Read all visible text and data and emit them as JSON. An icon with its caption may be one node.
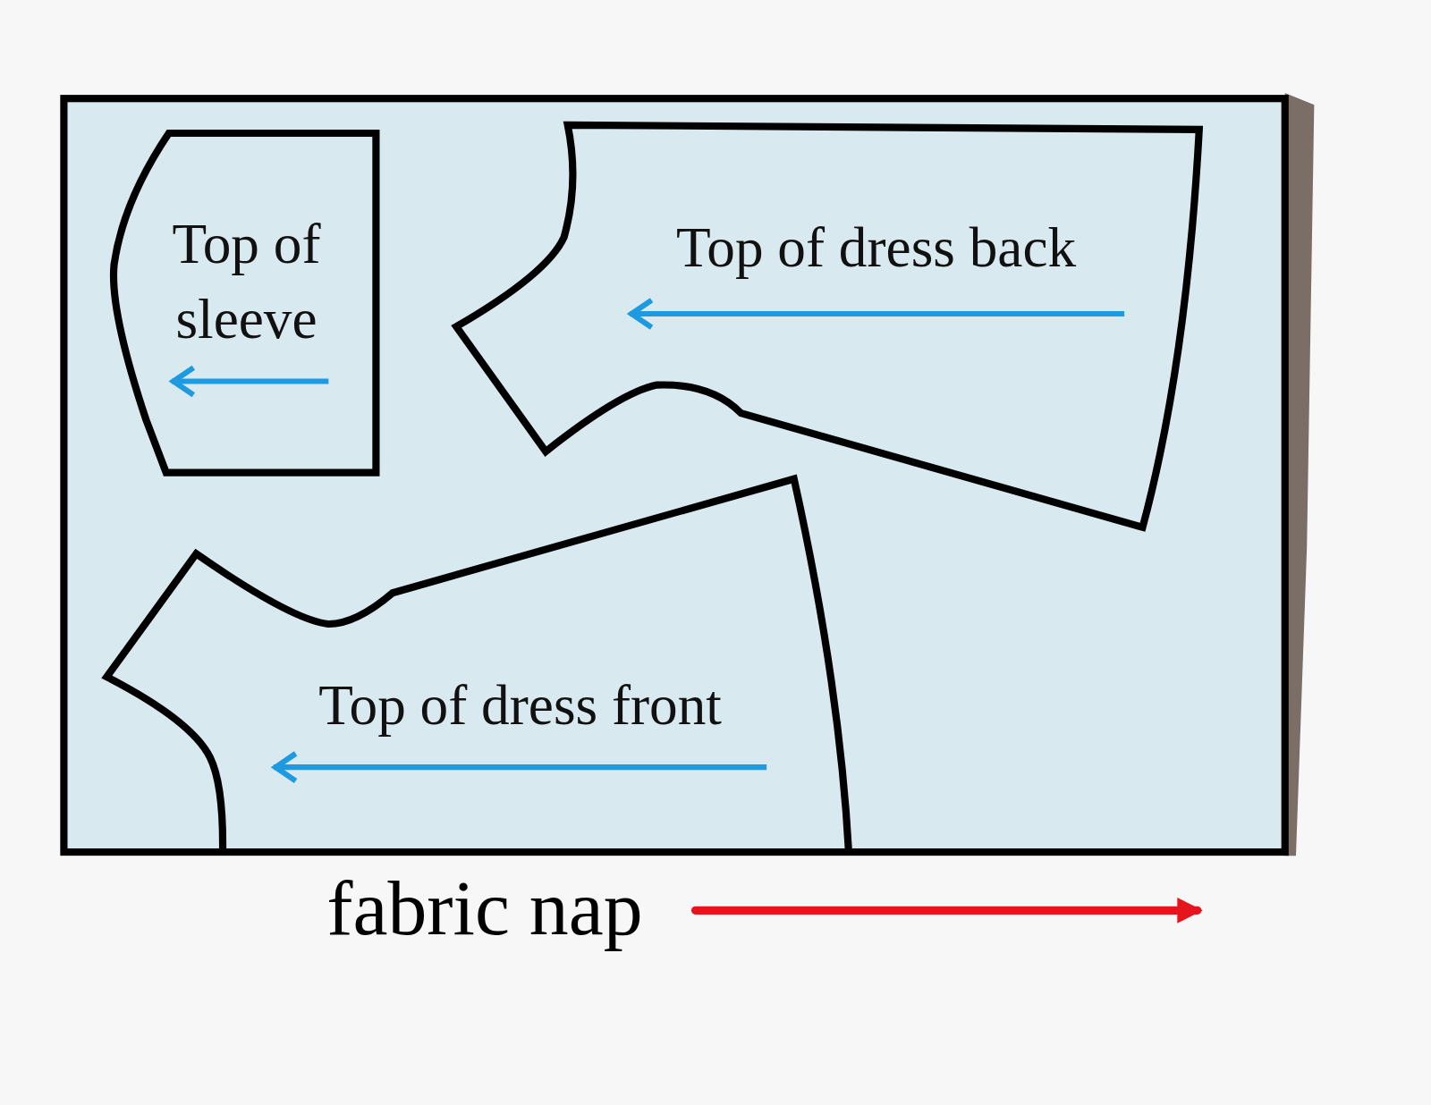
{
  "diagram": {
    "nodes": [
      {
        "text": [],
        "shape": "box"
      },
      {
        "text": [
          "Top of sleeve"
        ],
        "in": 0
      },
      {
        "text": [
          "Top of dress back"
        ],
        "in": 0
      },
      {
        "text": [
          "Top of dress front"
        ],
        "in": 0
      }
    ],
    "labels": [
      "fabric nap"
    ]
  }
}
